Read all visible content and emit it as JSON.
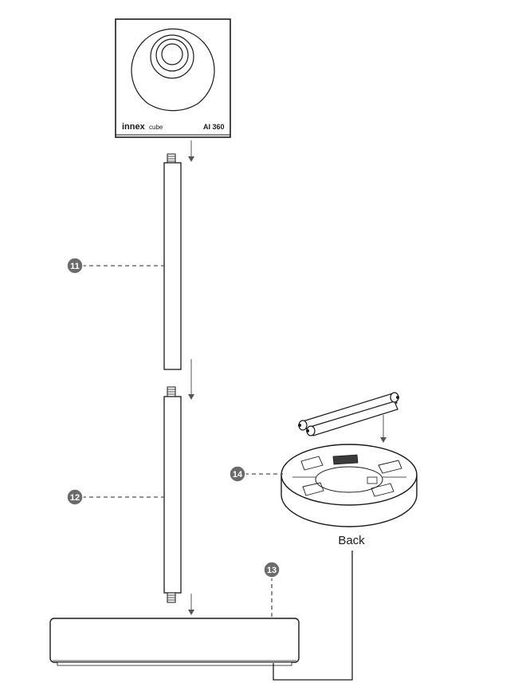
{
  "camera": {
    "brand": "innex",
    "brand_suffix": "cube",
    "model": "AI 360"
  },
  "callouts": [
    {
      "id": "11"
    },
    {
      "id": "12"
    },
    {
      "id": "13"
    },
    {
      "id": "14"
    }
  ],
  "base_back_label": "Back",
  "colors": {
    "line": "#1a1a1a",
    "callout_fill": "#6b6b6b",
    "arrow": "#555555"
  }
}
